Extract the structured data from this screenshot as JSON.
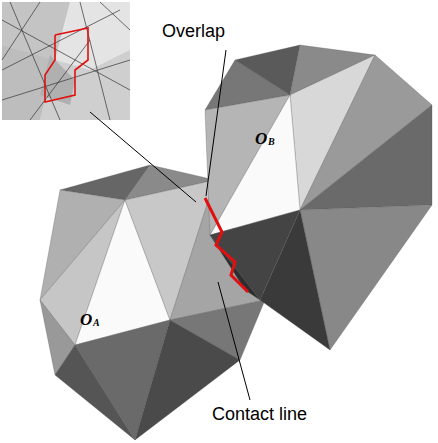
{
  "diagram": {
    "labels": [
      "Overlap",
      "O",
      "A",
      "O",
      "B",
      "Contact line"
    ]
  }
}
